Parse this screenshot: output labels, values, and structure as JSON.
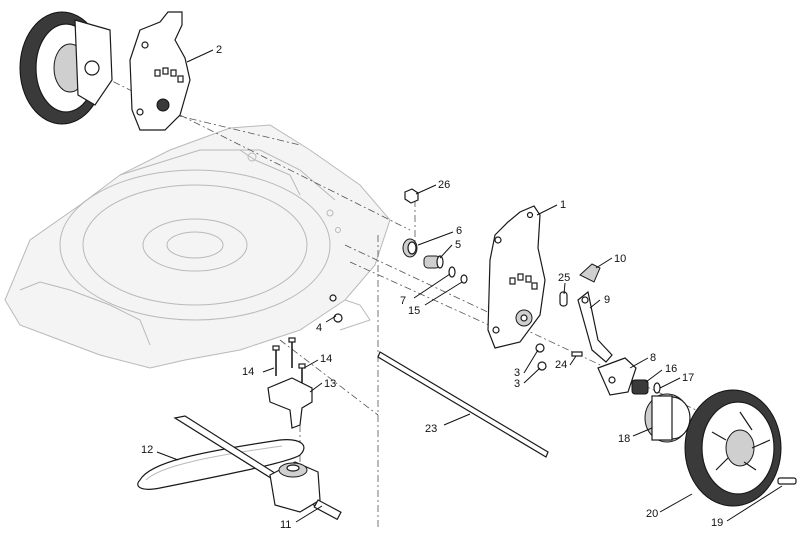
{
  "callouts": {
    "c1": "1",
    "c2": "2",
    "c3a": "3",
    "c3b": "3",
    "c4": "4",
    "c5": "5",
    "c6": "6",
    "c7": "7",
    "c8": "8",
    "c9": "9",
    "c10": "10",
    "c11": "11",
    "c12": "12",
    "c13": "13",
    "c14a": "14",
    "c14b": "14",
    "c15": "15",
    "c16": "16",
    "c17": "17",
    "c18": "18",
    "c19": "19",
    "c20": "20",
    "c23": "23",
    "c24": "24",
    "c25": "25",
    "c26": "26"
  },
  "colors": {
    "ink": "#1a1a1a",
    "ghost": "#b9b9b9",
    "tire": "#3a3a3a"
  }
}
